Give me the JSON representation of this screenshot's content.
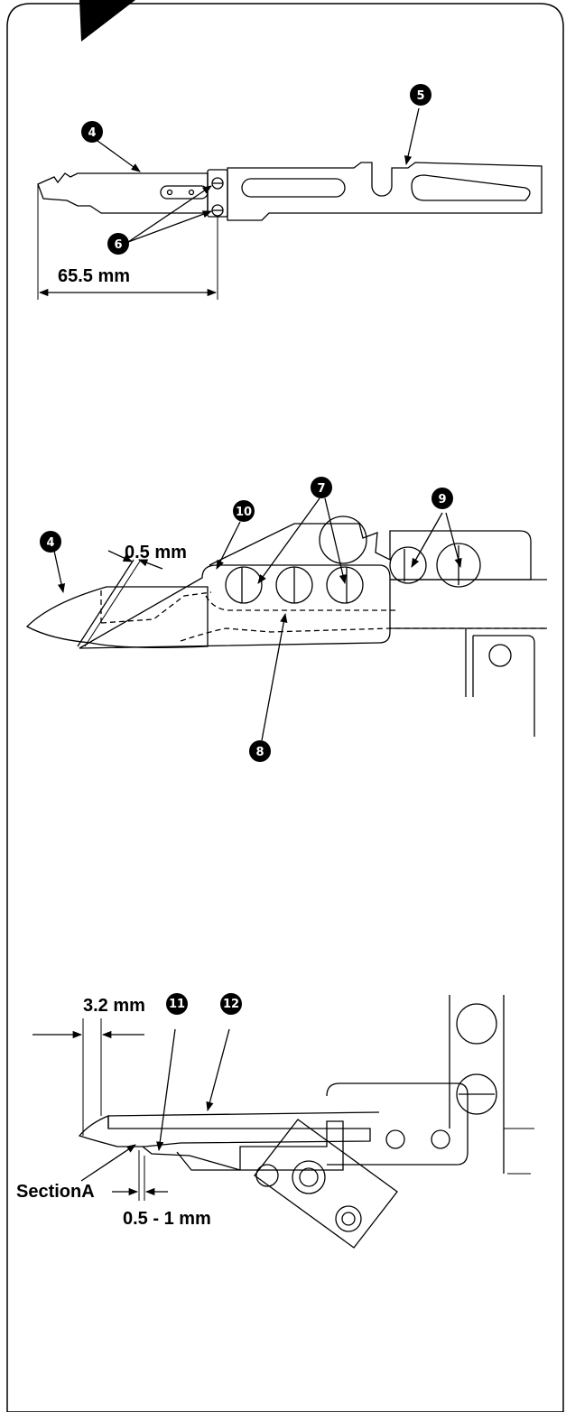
{
  "figure1": {
    "callouts": {
      "part4": "4",
      "part5": "5",
      "part6": "6"
    },
    "dimension": "65.5 mm"
  },
  "figure2": {
    "callouts": {
      "part4": "4",
      "part7": "7",
      "part8": "8",
      "part9": "9",
      "part10": "10"
    },
    "dimension": "0.5 mm"
  },
  "figure3": {
    "callouts": {
      "part11": "11",
      "part12": "12"
    },
    "dimension_top": "3.2 mm",
    "section_label": "SectionA",
    "dimension_bottom": "0.5 - 1 mm"
  }
}
